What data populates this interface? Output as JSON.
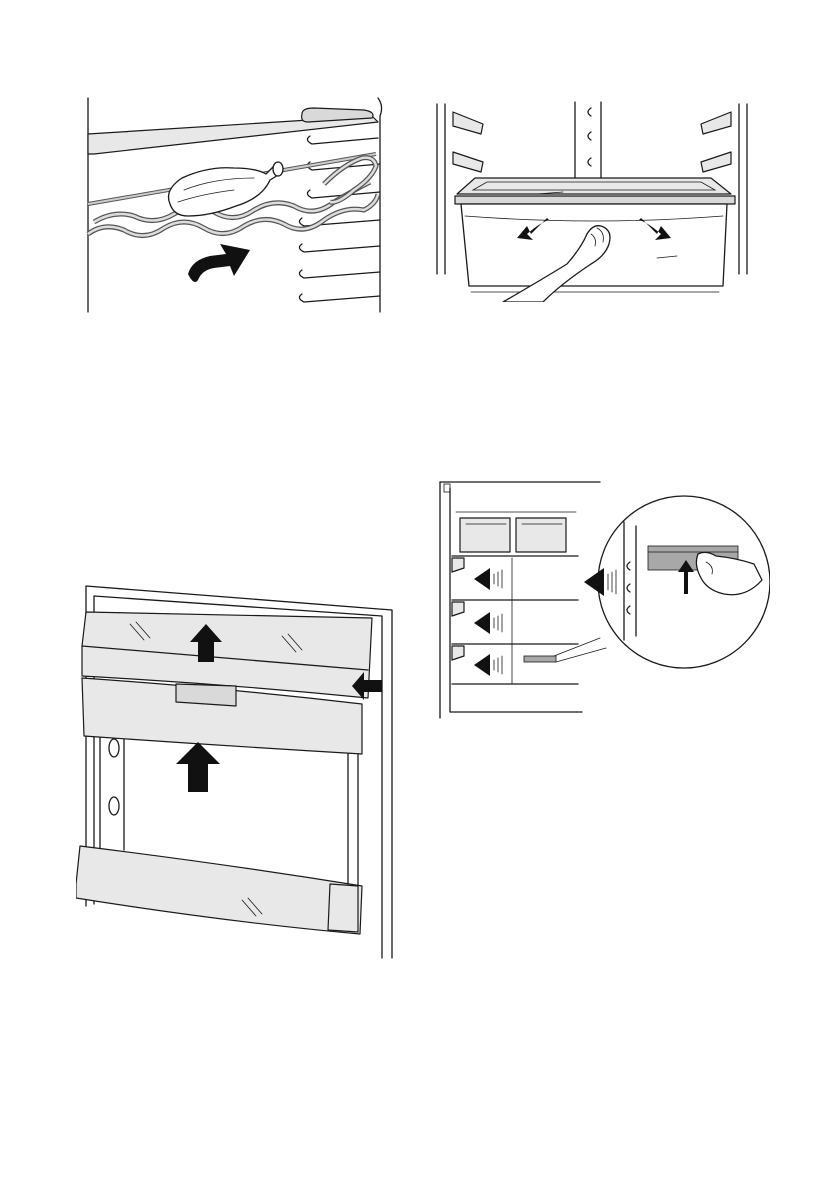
{
  "figures": [
    {
      "id": "wine-rack",
      "icon": "wine-bottle-rack-illustration"
    },
    {
      "id": "crisper-drawer",
      "icon": "crisper-drawer-removal-illustration"
    },
    {
      "id": "door-balcony",
      "icon": "door-balcony-removal-illustration"
    },
    {
      "id": "shelf-slide",
      "icon": "glass-shelf-release-illustration"
    }
  ],
  "colors": {
    "line": "#1a1a1a",
    "fill_light": "#e8e8e8",
    "fill_mid": "#d9d9d9",
    "arrow": "#111111"
  }
}
